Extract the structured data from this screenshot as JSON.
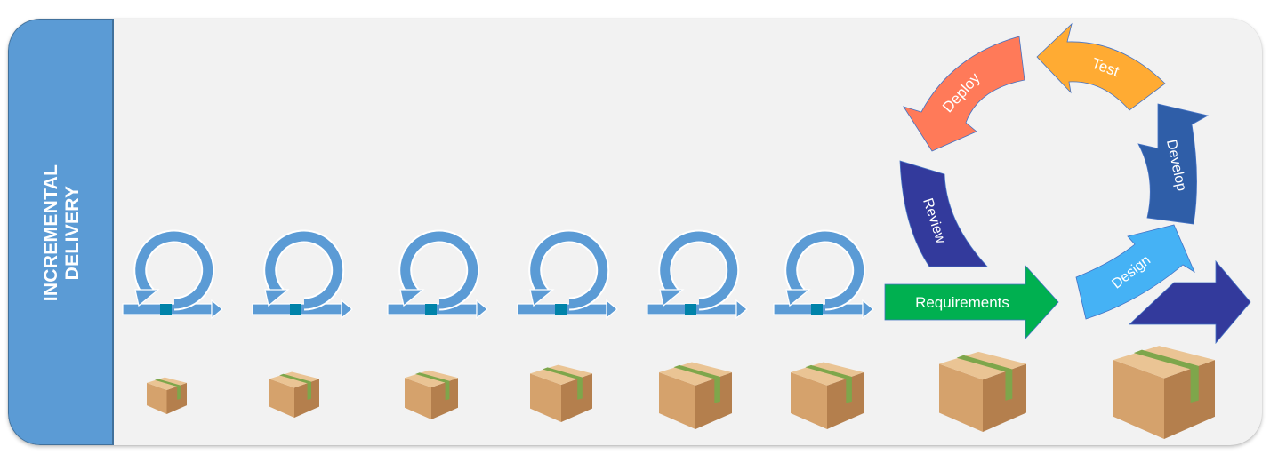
{
  "sidebar": {
    "title_line1": "INCREMENTAL",
    "title_line2": "DELIVERY"
  },
  "iterations": {
    "count": 6,
    "icon": "iteration-cycle-icon",
    "loop_color": "#5b9bd5",
    "marker_color": "#0083a9"
  },
  "increments": {
    "icon": "package-box-icon",
    "count": 8,
    "box_colors": {
      "front": "#d5a26c",
      "side": "#b47f4d",
      "top": "#eac494",
      "tape": "#7ea64b"
    }
  },
  "cycle": {
    "requirements": {
      "label": "Requirements",
      "color": "#00b050"
    },
    "stages": [
      {
        "label": "Design",
        "color": "#45b2f5"
      },
      {
        "label": "Develop",
        "color": "#2f5ea8"
      },
      {
        "label": "Test",
        "color": "#ffab33"
      },
      {
        "label": "Deploy",
        "color": "#ff7a59"
      },
      {
        "label": "Review",
        "color": "#333a9c"
      }
    ],
    "output_arrow_color": "#333a9c"
  },
  "colors": {
    "background": "#f2f2f2",
    "sidebar": "#5b9bd5"
  }
}
